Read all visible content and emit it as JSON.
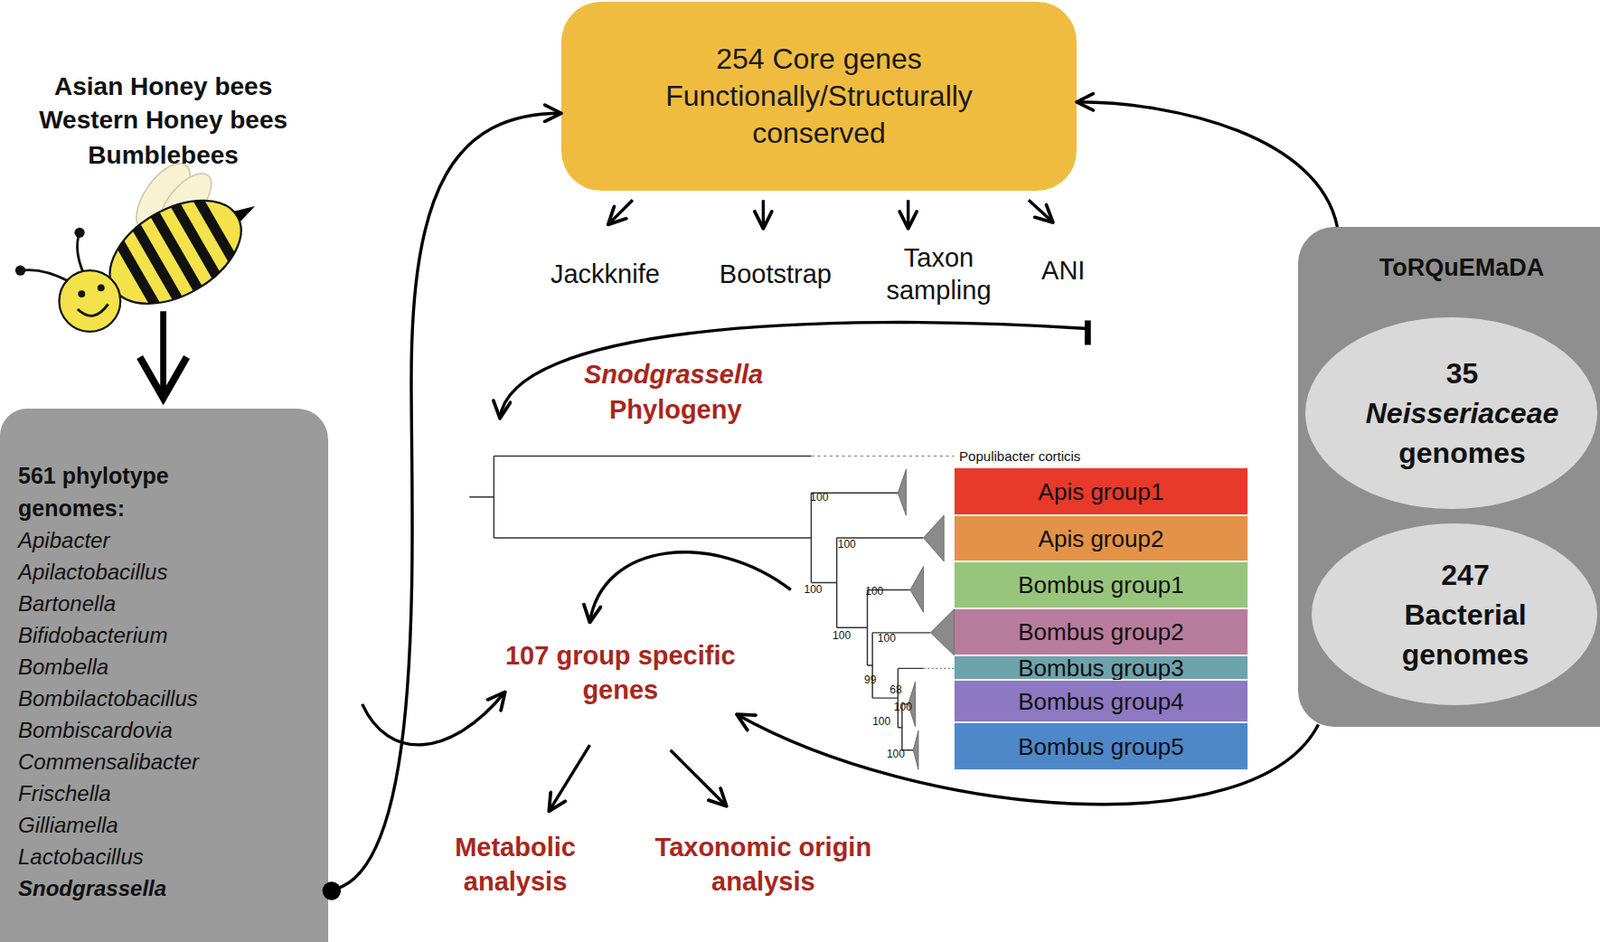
{
  "diagram": {
    "nodes": [
      {
        "text": [
          "561 phylotype genomes:",
          "Apibacter",
          "Apilactobacillus",
          "Bartonella",
          "Bifidobacterium",
          "Bombella",
          "Bombilactobacillus",
          "Bombiscardovia",
          "Commensalibacter",
          "Frischella",
          "Gilliamella",
          "Lactobacillus",
          "Snodgrassella"
        ]
      },
      {
        "text": [
          "254 Core genes Functionally/Structurally conserved"
        ]
      },
      {
        "text": [
          "ToRQuEMaDA"
        ]
      },
      {
        "text": [
          "35",
          "Neisseriaceae",
          "genomes"
        ],
        "in": 2
      },
      {
        "text": [
          "247",
          "Bacterial genomes"
        ],
        "in": 2
      },
      {
        "text": [
          "Apis group1"
        ]
      },
      {
        "text": [
          "Apis group2"
        ]
      },
      {
        "text": [
          "Bombus group1"
        ]
      },
      {
        "text": [
          "Bombus group2"
        ]
      },
      {
        "text": [
          "Bombus group3"
        ]
      },
      {
        "text": [
          "Bombus group4"
        ]
      },
      {
        "text": [
          "Bombus group5"
        ]
      }
    ],
    "edges": [
      {
        "from": 0,
        "to": 1,
        "arrow": "to"
      },
      {
        "from": 2,
        "to": 1,
        "arrow": "to"
      }
    ],
    "labels": [
      "Asian Honey bees",
      "Western Honey bees",
      "Bumblebees",
      "Jackknife",
      "Bootstrap",
      "Taxon sampling",
      "ANI",
      "Snodgrassella",
      "Phylogeny",
      "Populibacter corticis",
      "100",
      "100",
      "100",
      "100",
      "100",
      "100",
      "99",
      "68",
      "100",
      "100",
      "100",
      "107 group specific genes",
      "Metabolic analysis",
      "Taxonomic origin analysis"
    ]
  }
}
